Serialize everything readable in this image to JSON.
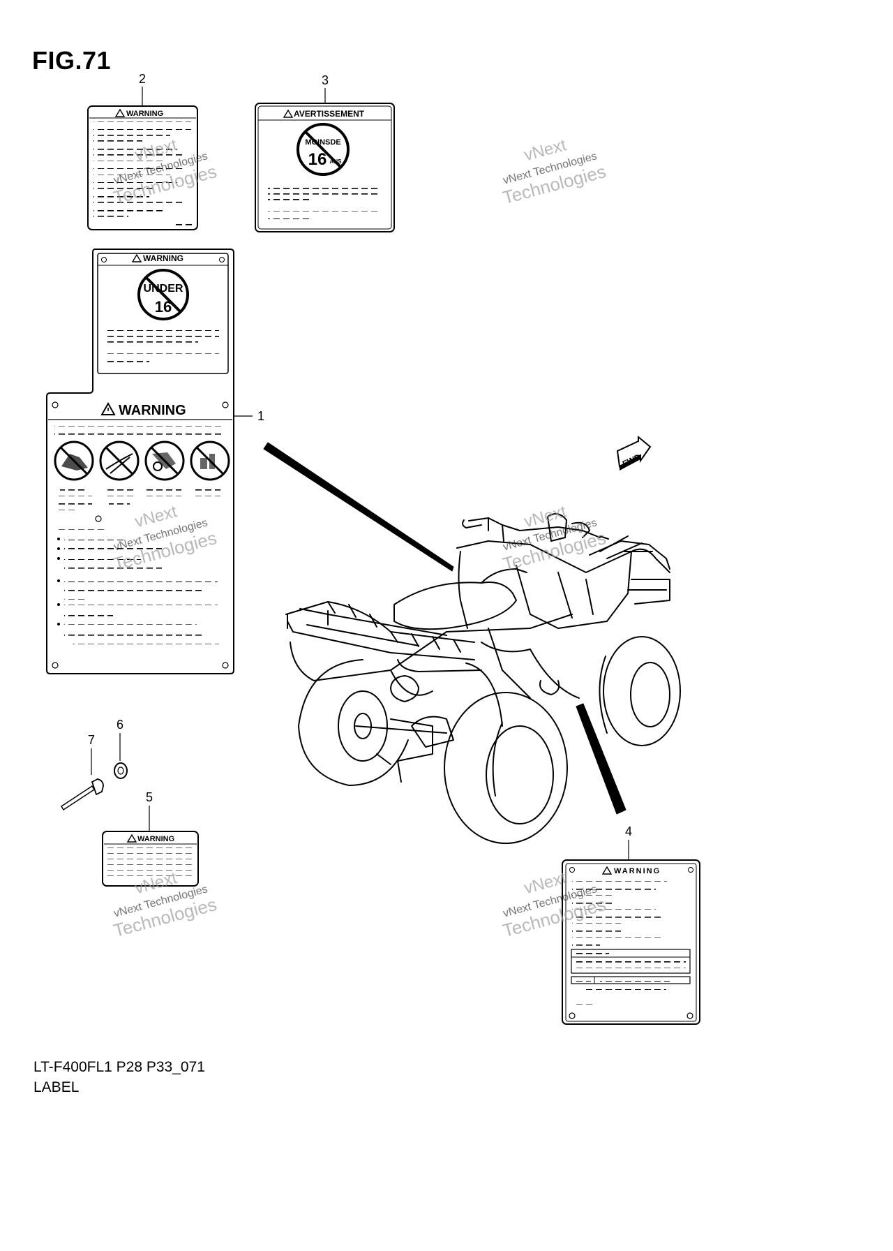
{
  "figure": {
    "title": "FIG.71",
    "code": "LT-F400FL1 P28 P33_071",
    "caption": "LABEL"
  },
  "callouts": [
    "1",
    "2",
    "3",
    "4",
    "5",
    "6",
    "7"
  ],
  "labels": {
    "label1": {
      "heading": "WARNING",
      "inset_heading": "WARNING",
      "badge_top": "UNDER",
      "badge_bottom": "16"
    },
    "label2": {
      "heading": "WARNING"
    },
    "label3": {
      "heading": "AVERTISSEMENT",
      "badge_top": "MOINSDE",
      "badge_bottom": "16",
      "badge_suffix": "ANS"
    },
    "label4": {
      "heading": "WARNING"
    },
    "label5": {
      "heading": "WARNING"
    }
  },
  "vehicle": {
    "fwd_badge": "FWD"
  },
  "watermark": {
    "line1": "vNext",
    "line2": "vNext Technologies",
    "line3": "Technologies"
  },
  "colors": {
    "ink": "#000000",
    "watermark": "#9a9a9a",
    "paper": "#ffffff"
  }
}
